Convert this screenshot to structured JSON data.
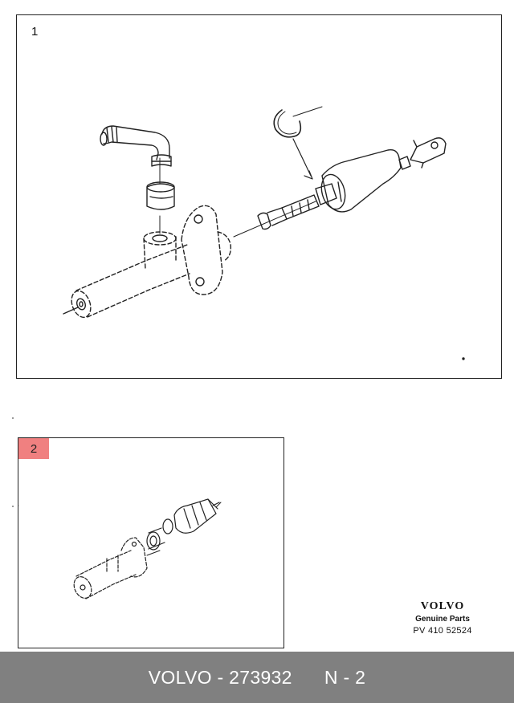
{
  "diagram": {
    "panel1_number": "1",
    "panel2_number": "2"
  },
  "brand": {
    "name": "VOLVO",
    "subtitle": "Genuine Parts",
    "code": "PV 410 52524"
  },
  "footer": {
    "part_label": "VOLVO - 273932",
    "ref_label": "N - 2"
  },
  "colors": {
    "highlight": "#f08080",
    "footer_bg": "#808080"
  }
}
